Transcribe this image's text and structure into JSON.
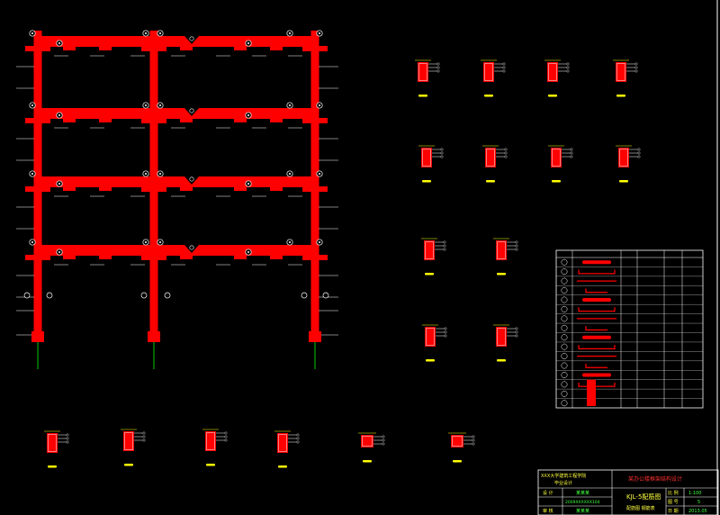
{
  "drawing": {
    "colors": {
      "background": "#000000",
      "frame_red": "#ff0000",
      "leader_white": "#ffffff",
      "dim_yellow": "#ffff00",
      "ground_green": "#00cc00",
      "table_line": "#ffffff",
      "titleblock_text_red": "#ff3030",
      "titleblock_text_green": "#40ff40",
      "titleblock_text_yellow": "#ffff40"
    },
    "frame": {
      "floors": 4,
      "bays": 2,
      "columns": 3
    },
    "sections": {
      "right_rows": [
        4,
        4,
        2,
        2
      ],
      "bottom_row": 6
    },
    "rebar_table": {
      "rows": 16,
      "columns": 6
    },
    "title_block": {
      "school_line1": "XXX大学建筑工程学院",
      "school_line2": "毕业设计",
      "project_title": "某办公楼框架结构设计",
      "drawing_name": "KJL-5配筋图",
      "sub_label": "配筋图  钢筋表",
      "student_id": "2009XXXXXX104",
      "designer_label": "设  计",
      "checker_label": "审  核",
      "designer_name": "某某某",
      "checker_name": "某某某",
      "scale_label": "比 例",
      "sheet_label": "图 号",
      "date_label": "日 期",
      "scale": "1:100",
      "sheet": "5",
      "date": "2013.05"
    }
  }
}
